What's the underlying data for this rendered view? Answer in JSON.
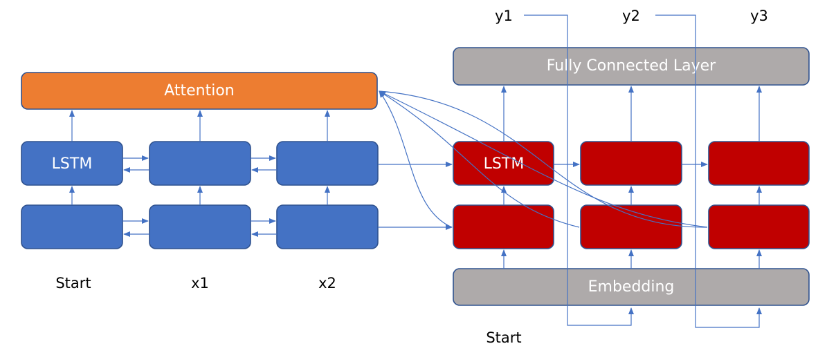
{
  "colors": {
    "attention": "#ED7D31",
    "encoder": "#4472C4",
    "decoder": "#C00000",
    "gray_layer": "#AEAAAA",
    "border": "#2F528F",
    "edge": "#4472C4"
  },
  "encoder": {
    "attention_label": "Attention",
    "lstm_label": "LSTM",
    "input_labels": [
      "Start",
      "x1",
      "x2"
    ]
  },
  "decoder": {
    "fc_label": "Fully Connected Layer",
    "lstm_label": "LSTM",
    "embedding_label": "Embedding",
    "start_label": "Start",
    "output_labels": [
      "y1",
      "y2",
      "y3"
    ]
  }
}
